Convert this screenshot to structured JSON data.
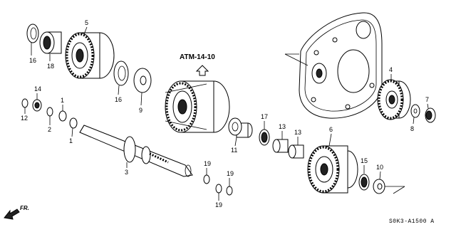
{
  "reference_link": "ATM-14-10",
  "diagram_code": "S0K3-A1500 A",
  "direction_label": "FR.",
  "callouts": {
    "c1a": "1",
    "c1b": "1",
    "c2": "2",
    "c3": "3",
    "c4": "4",
    "c5": "5",
    "c6": "6",
    "c7": "7",
    "c8": "8",
    "c9": "9",
    "c10": "10",
    "c11": "11",
    "c12": "12",
    "c13a": "13",
    "c13b": "13",
    "c14": "14",
    "c15": "15",
    "c16a": "16",
    "c16b": "16",
    "c17": "17",
    "c18": "18",
    "c19a": "19",
    "c19b": "19",
    "c19c": "19"
  }
}
